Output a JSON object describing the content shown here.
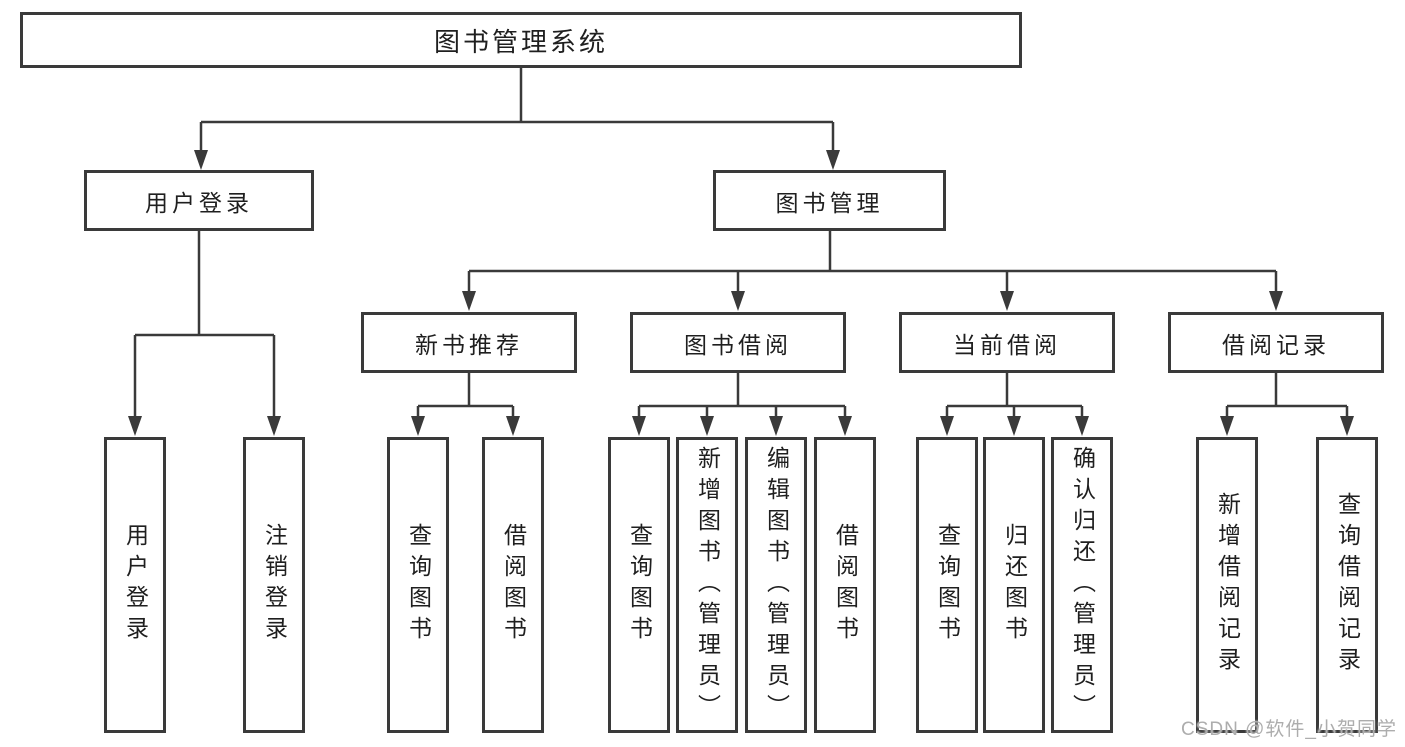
{
  "diagram_title": "图书管理系统",
  "nodes": {
    "root": "图书管理系统",
    "level1": {
      "user_login": "用户登录",
      "book_mgmt": "图书管理"
    },
    "level2": {
      "new_book_rec": "新书推荐",
      "book_borrow": "图书借阅",
      "current_borrow": "当前借阅",
      "borrow_record": "借阅记录"
    },
    "leaves": {
      "user_login_leaf": "用户登录",
      "logout": "注销登录",
      "rec_query_book": "查询图书",
      "rec_borrow_book": "借阅图书",
      "bb_query_book": "查询图书",
      "bb_add_book": "新增图书（管理员）",
      "bb_edit_book": "编辑图书（管理员）",
      "bb_borrow_book": "借阅图书",
      "cb_query_book": "查询图书",
      "cb_return_book": "归还图书",
      "cb_confirm_return": "确认归还（管理员）",
      "br_add_record": "新增借阅记录",
      "br_query_record": "查询借阅记录"
    }
  },
  "watermark": "CSDN @软件_小贺同学",
  "colors": {
    "line": "#3a3a3a",
    "text": "#1f1f1f",
    "watermark": "#adadad",
    "background": "#ffffff"
  }
}
